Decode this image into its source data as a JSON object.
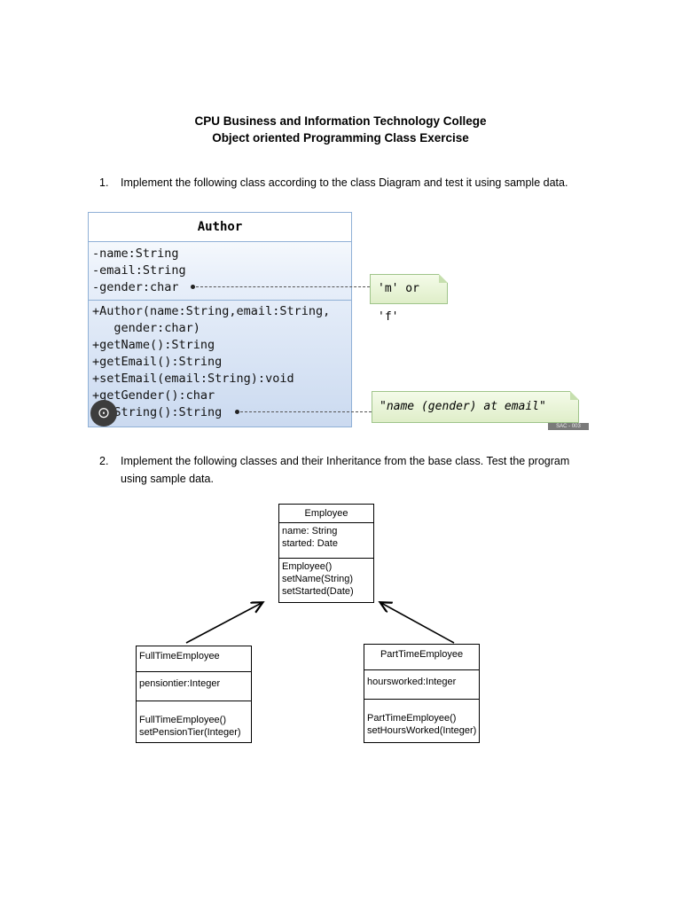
{
  "header": {
    "line1": "CPU Business and Information Technology College",
    "line2": "Object oriented Programming Class Exercise"
  },
  "task1": {
    "number": "1.",
    "text": "Implement the following class according to the class Diagram and test it using sample data."
  },
  "author_class": {
    "name": "Author",
    "attributes": [
      "-name:String",
      "-email:String",
      "-gender:char"
    ],
    "methods": [
      "+Author(name:String,email:String,",
      "   gender:char)",
      "+getName():String",
      "+getEmail():String",
      "+setEmail(email:String):void",
      "+getGender():char",
      "+toString():String"
    ],
    "gender_note": "'m' or 'f'",
    "tostring_note": "\"name (gender) at email\"",
    "lens_icon": "lens-icon",
    "corner_text": "SAC - 003"
  },
  "task2": {
    "number": "2.",
    "text": "Implement the following classes and their Inheritance from the base class. Test the program using sample data."
  },
  "employee_class": {
    "name": "Employee",
    "attributes": [
      "name: String",
      "started: Date"
    ],
    "methods": [
      "Employee()",
      "setName(String)",
      "setStarted(Date)"
    ]
  },
  "fulltime_class": {
    "name": "FullTimeEmployee",
    "attributes": [
      "pensiontier:Integer"
    ],
    "methods": [
      "FullTimeEmployee()",
      "setPensionTier(Integer)"
    ]
  },
  "parttime_class": {
    "name": "PartTimeEmployee",
    "attributes": [
      "hoursworked:Integer"
    ],
    "methods": [
      "PartTimeEmployee()",
      "setHoursWorked(Integer)"
    ]
  }
}
